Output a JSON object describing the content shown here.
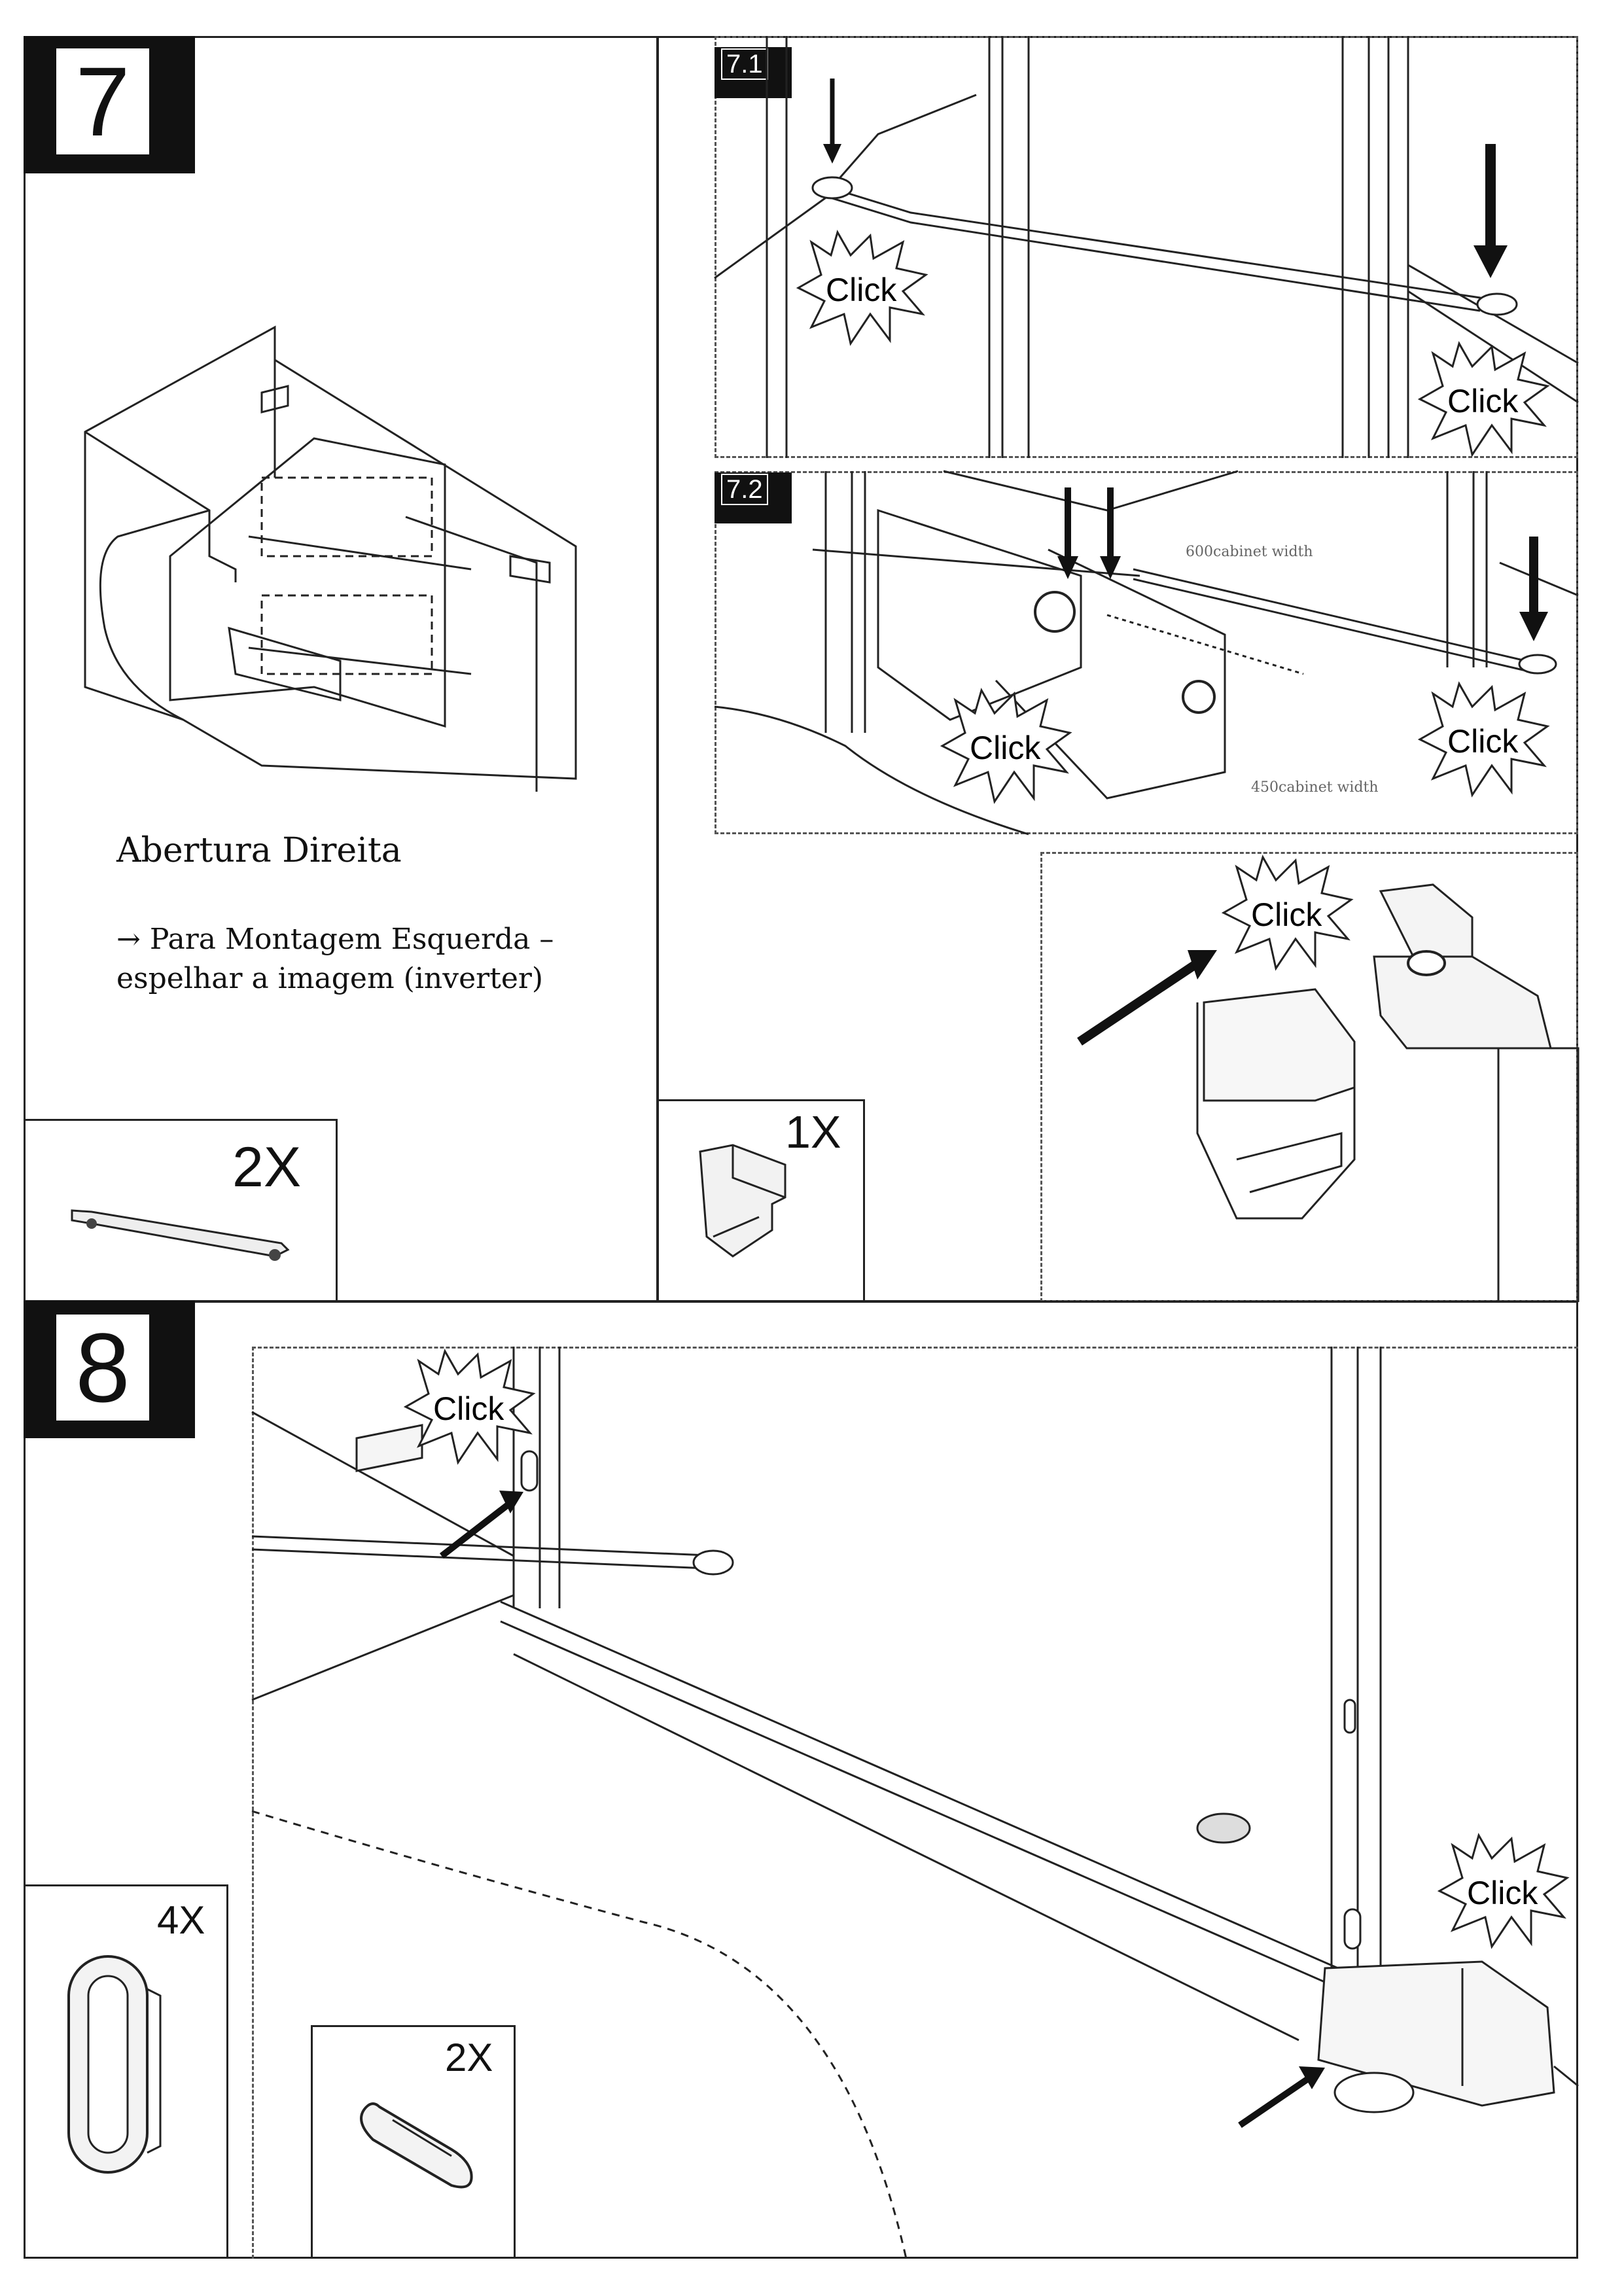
{
  "step7": {
    "number": "7",
    "sub1": "7.1",
    "sub2": "7.2",
    "title": "Abertura Direita",
    "note_line1": "Para Montagem Esquerda –",
    "note_line2": "espelhar a imagem (inverter)",
    "arrow_glyph": "→",
    "parts": [
      {
        "qty": "2X",
        "icon": "connecting-rod-icon"
      },
      {
        "qty": "1X",
        "icon": "end-cap-icon"
      }
    ],
    "dims": {
      "upper": "600cabinet width",
      "lower": "450cabinet width"
    }
  },
  "step8": {
    "number": "8",
    "parts": [
      {
        "qty": "4X",
        "icon": "oval-cap-icon"
      },
      {
        "qty": "2X",
        "icon": "slot-cover-icon"
      }
    ]
  },
  "click_label": "Click"
}
